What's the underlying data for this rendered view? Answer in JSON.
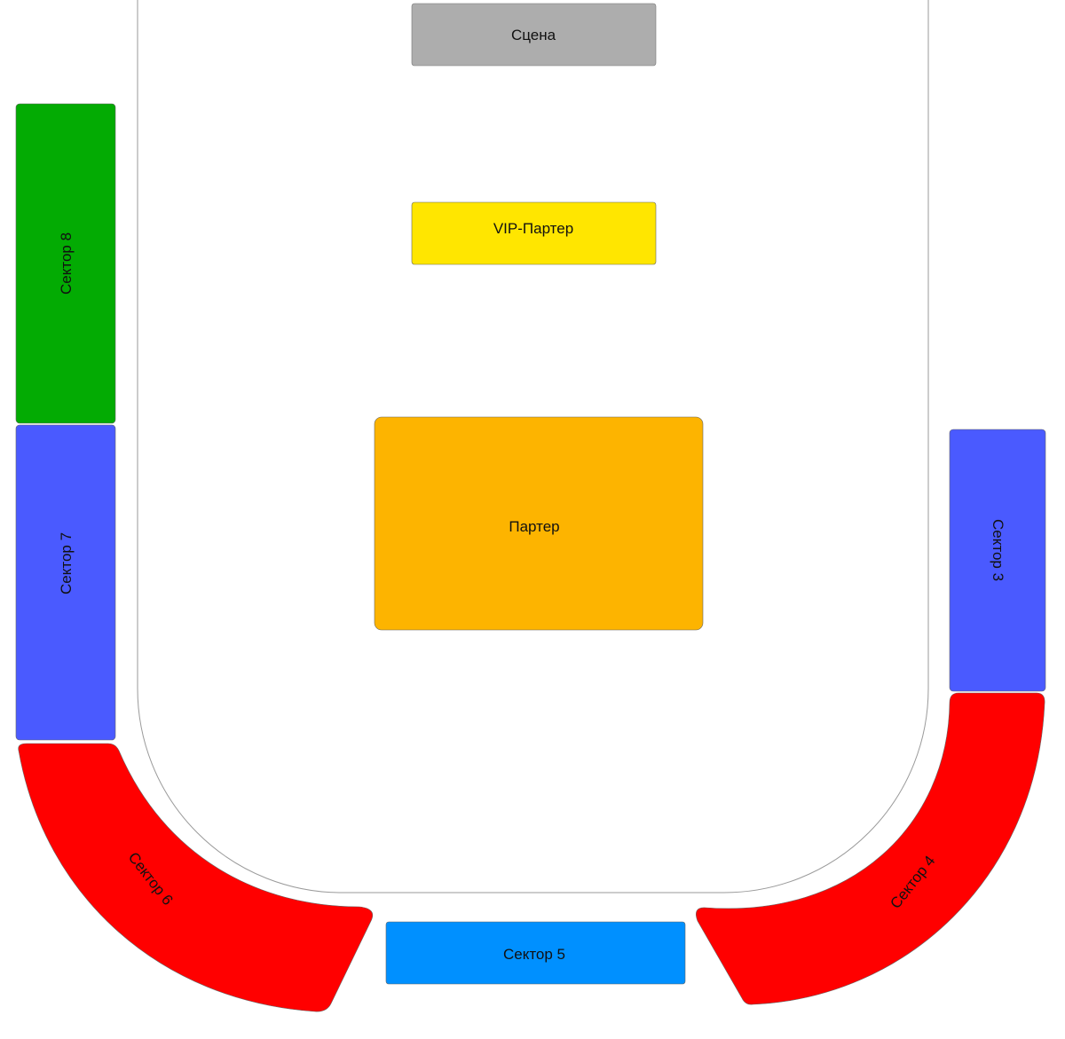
{
  "colors": {
    "stage": "#adadad",
    "vip": "#ffe600",
    "parterre": "#fdb400",
    "sector_green": "#03ab03",
    "sector_blue": "#4a5aff",
    "sector_light_blue": "#0090ff",
    "sector_red": "#ff0000"
  },
  "labels": {
    "stage": "Сцена",
    "vip": "VIP-Партер",
    "parterre": "Партер",
    "sector3": "Сектор 3",
    "sector4": "Сектор 4",
    "sector5": "Сектор 5",
    "sector6": "Сектор 6",
    "sector7": "Сектор 7",
    "sector8": "Сектор 8"
  }
}
